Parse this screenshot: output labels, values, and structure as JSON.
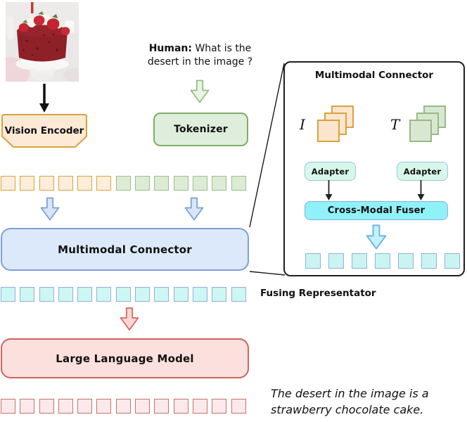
{
  "colors": {
    "image_token_fill": "#FDEDDC",
    "image_token_border": "#D8A33C",
    "text_token_fill": "#DDEBD5",
    "text_token_border": "#9BBD8B",
    "fused_token_fill": "#CDF7F3",
    "fused_token_border": "#95AFDC",
    "output_token_fill": "#FCE9E9",
    "output_token_border": "#C9716C",
    "connector_fill": "#DCE9FA",
    "connector_border": "#7E9FD8",
    "llm_fill": "#FBE0DE",
    "llm_border": "#CB655F",
    "fuser_fill": "#8FF2F8",
    "adapter_fill": "#D7F8E9"
  },
  "input_image": {
    "description": "red velvet cake topped with strawberries and cream on a white cake stand"
  },
  "human_prompt": {
    "speaker": "Human:",
    "text_line1": "What is the",
    "text_line2": "desert in the image ?"
  },
  "vision_encoder": {
    "label": "Vision Encoder"
  },
  "tokenizer": {
    "label": "Tokenizer"
  },
  "encoder_tokens": {
    "image_token_count": 6,
    "text_token_count": 7
  },
  "multimodal_connector": {
    "label": "Multimodal Connector"
  },
  "fused_tokens": {
    "count": 13,
    "label": "Fusing Representator"
  },
  "large_language_model": {
    "label": "Large Language Model"
  },
  "output_tokens": {
    "count": 13
  },
  "response": {
    "line1": "The desert in the image is a",
    "line2": "strawberry chocolate cake."
  },
  "connector_detail": {
    "title": "Multimodal Connector",
    "image_modality_label": "I",
    "text_modality_label": "T",
    "adapters": [
      "Adapter",
      "Adapter"
    ],
    "fuser_label": "Cross-Modal Fuser",
    "output_token_count": 7
  }
}
